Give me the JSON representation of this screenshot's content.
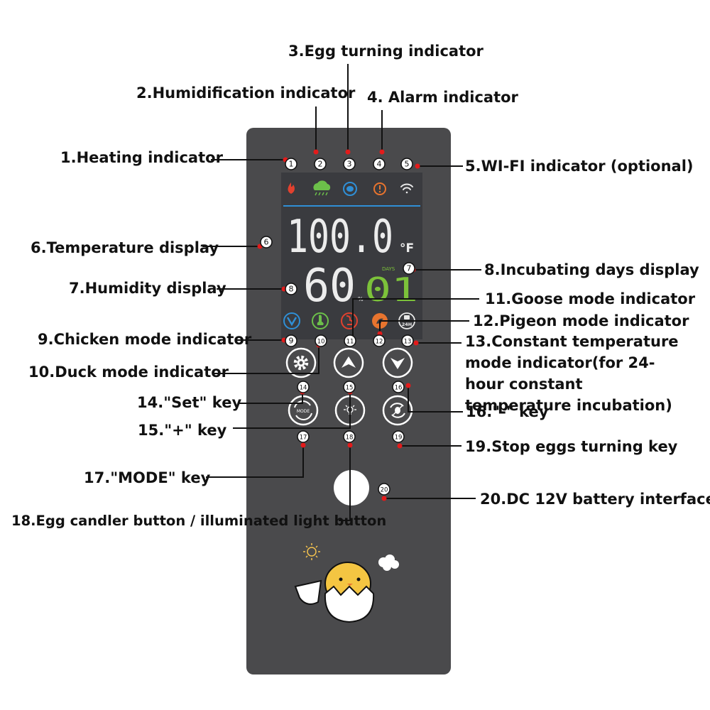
{
  "labels": {
    "l1": "1.Heating indicator",
    "l2": "2.Humidification indicator",
    "l3": "3.Egg turning indicator",
    "l4": "4. Alarm indicator",
    "l5": "5.WI-FI indicator (optional)",
    "l6": "6.Temperature display",
    "l7": "7.Humidity display",
    "l8": "8.Incubating days display",
    "l9": "9.Chicken mode indicator",
    "l10": "10.Duck mode indicator",
    "l11": "11.Goose mode indicator",
    "l12": "12.Pigeon mode indicator",
    "l13": "13.Constant temperature mode indicator(for 24-hour constant temperature incubation)",
    "l14": "14.\"Set\" key",
    "l15": "15.\"+\" key",
    "l16": "16.\"-\" key",
    "l17": "17.\"MODE\" key",
    "l18": "18.Egg candler button / illuminated light button",
    "l19": "19.Stop eggs turning key",
    "l20": "20.DC 12V battery interface"
  },
  "markers": [
    "1",
    "2",
    "3",
    "4",
    "5",
    "6",
    "7",
    "8",
    "9",
    "10",
    "11",
    "12",
    "13",
    "14",
    "15",
    "16",
    "17",
    "18",
    "19",
    "20"
  ],
  "display": {
    "temperature": "100.0",
    "temp_unit": "°F",
    "humidity": "60",
    "humidity_unit": "%",
    "days_label": "DAYS",
    "days": "01",
    "h24_label": "24H"
  },
  "buttons": {
    "mode_label": "MODE"
  },
  "colors": {
    "panel": "#4a4a4c",
    "screen": "#3a3b3f",
    "heat": "#e2412e",
    "humid": "#6cc04a",
    "turn": "#2f8fd6",
    "alarm": "#e8742e",
    "wifi": "#e8e8e8",
    "days_green": "#7cc23a",
    "leader_dot": "#e31b1b"
  }
}
